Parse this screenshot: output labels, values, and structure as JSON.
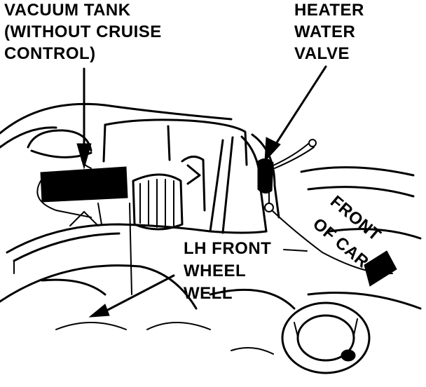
{
  "labels": {
    "vacuum_tank": [
      "VACUUM TANK",
      "(WITHOUT CRUISE",
      "CONTROL)"
    ],
    "heater_valve": [
      "HEATER",
      "WATER",
      "VALVE"
    ],
    "wheel_well": [
      "LH FRONT",
      "WHEEL",
      "WELL"
    ],
    "front_of_car": [
      "FRONT",
      "OF CAR"
    ]
  },
  "colors": {
    "ink": "#000000",
    "paper": "#ffffff"
  }
}
